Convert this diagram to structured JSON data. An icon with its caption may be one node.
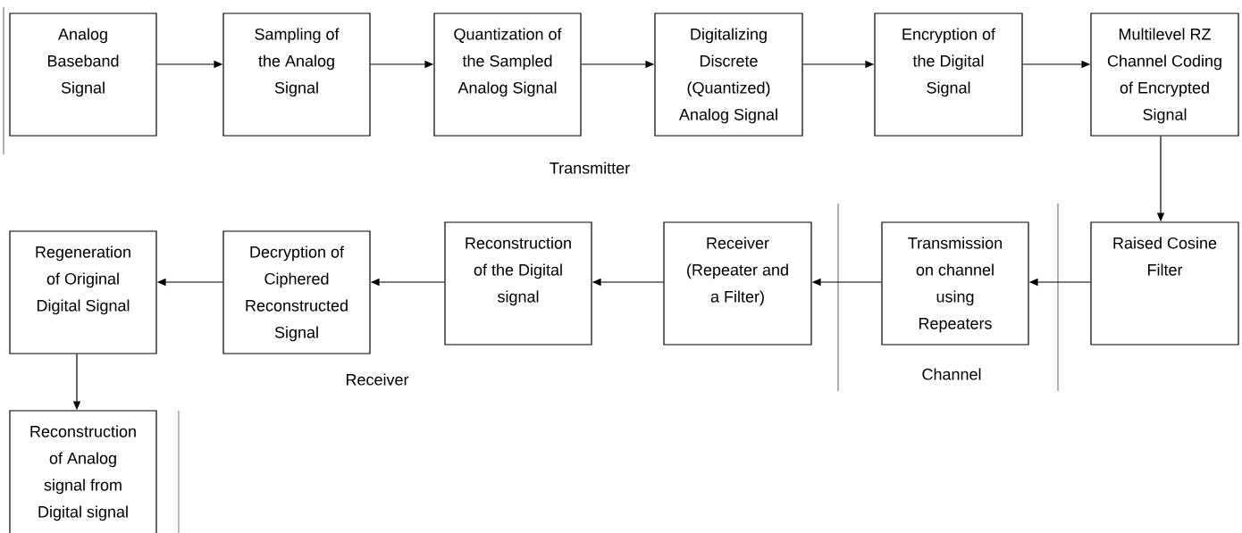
{
  "diagram": {
    "nodes": [
      {
        "text": [
          "Analog Baseband Signal"
        ]
      },
      {
        "text": [
          "Sampling of the Analog Signal"
        ]
      },
      {
        "text": [
          "Quantization of the Sampled Analog Signal"
        ]
      },
      {
        "text": [
          "Digitalizing Discrete (Quantized) Analog Signal"
        ]
      },
      {
        "text": [
          "Encryption of the Digital Signal"
        ]
      },
      {
        "text": [
          "Multilevel RZ Channel Coding of Encrypted Signal"
        ]
      },
      {
        "text": [
          "Raised Cosine Filter"
        ]
      },
      {
        "text": [
          "Transmission on channel using Repeaters"
        ]
      },
      {
        "text": [
          "Receiver (Repeater and a Filter)"
        ]
      },
      {
        "text": [
          "Reconstruction of the Digital signal"
        ]
      },
      {
        "text": [
          "Decryption of Ciphered Reconstructed Signal"
        ]
      },
      {
        "text": [
          "Regeneration of Original Digital Signal"
        ]
      },
      {
        "text": [
          "Reconstruction of Analog signal from Digital signal"
        ]
      }
    ],
    "edges": [
      {
        "from": 0,
        "to": 1,
        "arrow": "to"
      },
      {
        "from": 1,
        "to": 2,
        "arrow": "to"
      },
      {
        "from": 2,
        "to": 3,
        "arrow": "to"
      },
      {
        "from": 3,
        "to": 4,
        "arrow": "to"
      },
      {
        "from": 4,
        "to": 5,
        "arrow": "to"
      },
      {
        "from": 5,
        "to": 6,
        "arrow": "to"
      },
      {
        "from": 6,
        "to": 7,
        "arrow": "to"
      },
      {
        "from": 7,
        "to": 8,
        "arrow": "to"
      },
      {
        "from": 8,
        "to": 9,
        "arrow": "to"
      },
      {
        "from": 9,
        "to": 10,
        "arrow": "to"
      },
      {
        "from": 10,
        "to": 11,
        "arrow": "to"
      },
      {
        "from": 11,
        "to": 12,
        "arrow": "to"
      }
    ],
    "labels": [
      "Transmitter",
      "Receiver",
      "Channel"
    ]
  }
}
